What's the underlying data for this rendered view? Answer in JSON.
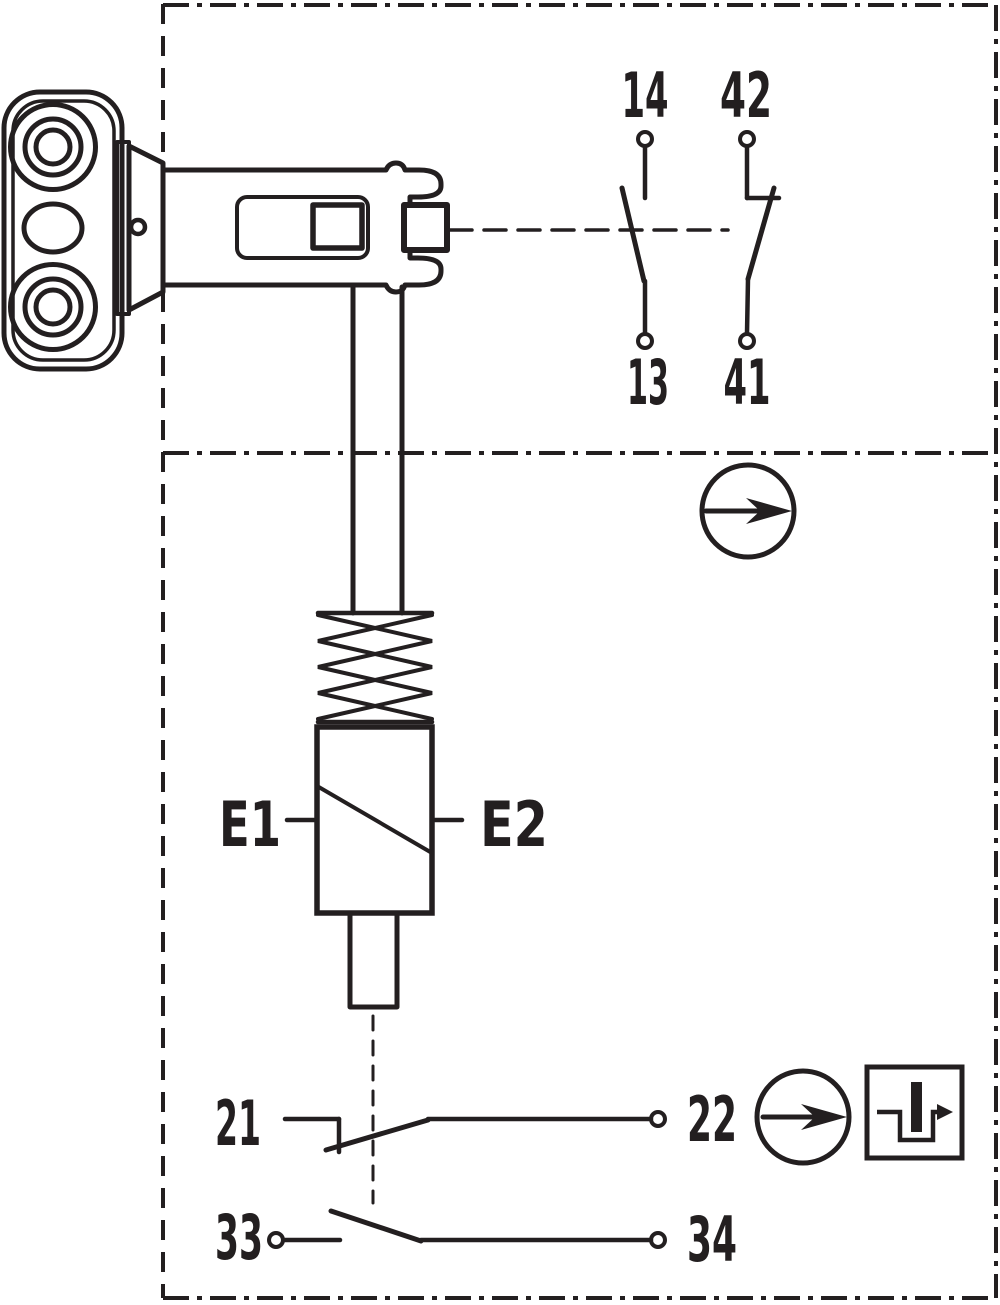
{
  "diagram": {
    "title": "safety-switch-schematic",
    "ink_color": "#231f20",
    "background_color": "#ffffff",
    "head": {
      "no_contact": {
        "top_terminal": "14",
        "bottom_terminal": "13"
      },
      "nc_contact": {
        "top_terminal": "42",
        "bottom_terminal": "41"
      }
    },
    "body": {
      "solenoid": {
        "left_terminal": "E1",
        "right_terminal": "E2"
      },
      "aux_contact": {
        "left_terminal": "21",
        "right_terminal": "22"
      },
      "signal_contact": {
        "left_terminal": "33",
        "right_terminal": "34"
      },
      "icons": {
        "head_direction": "arrow-in-circle",
        "contact_direction": "arrow-in-circle",
        "travel_diagram": "plunger-notch-arrow"
      }
    }
  }
}
